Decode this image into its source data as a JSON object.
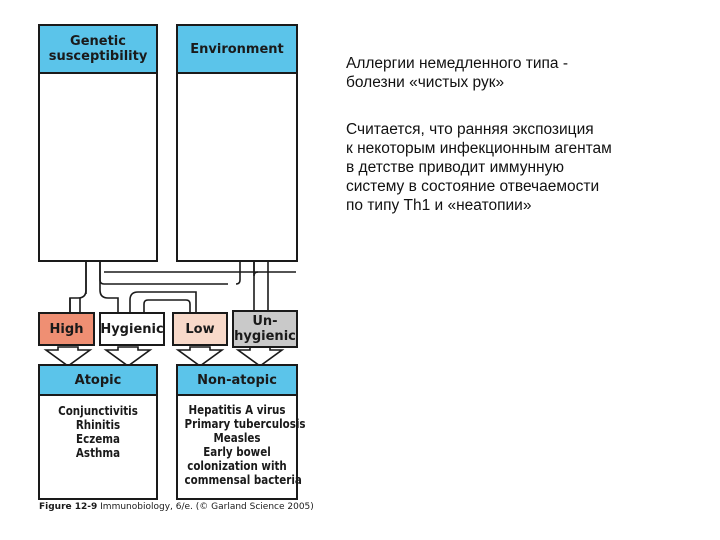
{
  "diagram": {
    "genetic_title": "Genetic\nsusceptibility",
    "environment_title": "Environment",
    "categories": {
      "high": "High",
      "hygienic": "Hygienic",
      "low": "Low",
      "unhygienic": "Un-\nhygienic"
    },
    "atopic_title": "Atopic",
    "nonatopic_title": "Non-atopic",
    "atopic_list": [
      "Conjunctivitis",
      "Rhinitis",
      "Eczema",
      "Asthma"
    ],
    "nonatopic_list": [
      "Hepatitis A virus",
      "Primary tuberculosis",
      "Measles",
      "Early bowel",
      "colonization with",
      "commensal bacteria"
    ],
    "caption_fig": "Figure 12-9",
    "caption_rest": "Immunobiology, 6/e. (© Garland Science 2005)",
    "colors": {
      "header_blue": "#5bc4ea",
      "high": "#ef8f73",
      "low": "#f8d9c9",
      "unhygienic": "#c9c9c9",
      "factory": "#c8c8c8",
      "dna_strand": "#e3866a"
    },
    "icons": [
      "dna-helix-icon",
      "factory-icon",
      "smoke-icon"
    ]
  },
  "text": {
    "heading_line1": "Аллергии немедленного типа -",
    "heading_line2": "болезни «чистых рук»",
    "body_lines": [
      "Считается, что ранняя экспозиция",
      "к некоторым инфекционным агентам",
      "в детстве приводит иммунную",
      "систему в состояние отвечаемости",
      "по типу Th1 и «неатопии»"
    ]
  }
}
